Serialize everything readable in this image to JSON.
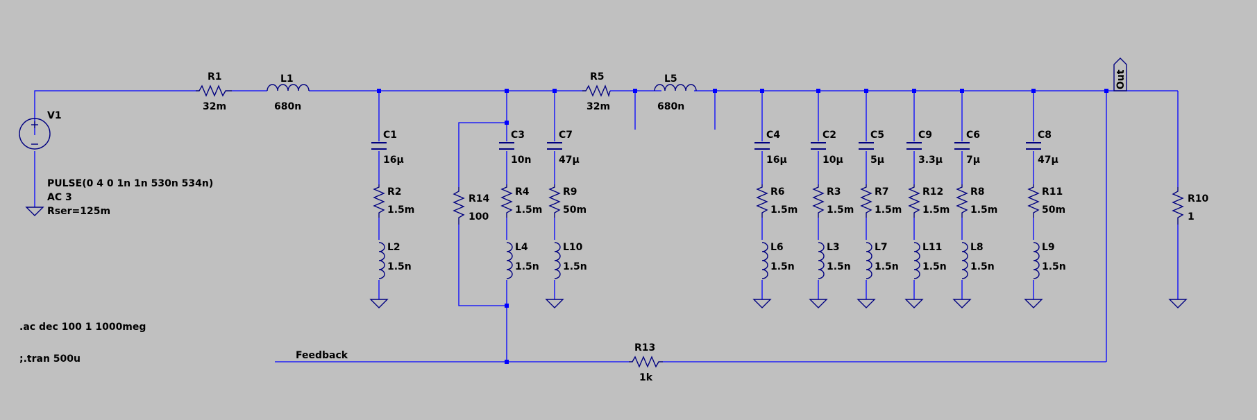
{
  "colors": {
    "background": "#c0c0c0",
    "wire": "#0000ff",
    "component": "#000080",
    "text": "#000000"
  },
  "source": {
    "name": "V1",
    "spice_lines": [
      "PULSE(0 4 0 1n 1n 530n 534n)",
      "AC 3",
      "Rser=125m"
    ]
  },
  "directives": [
    ".ac dec 100 1 1000meg",
    ";.tran 500u"
  ],
  "labels": {
    "feedback": "Feedback",
    "out": "Out"
  },
  "series": [
    {
      "ref": "R1",
      "value": "32m",
      "kind": "resistor"
    },
    {
      "ref": "L1",
      "value": "680n",
      "kind": "inductor"
    },
    {
      "ref": "R5",
      "value": "32m",
      "kind": "resistor"
    },
    {
      "ref": "L5",
      "value": "680n",
      "kind": "inductor"
    }
  ],
  "branches": [
    {
      "cap": "C1",
      "cap_value": "16µ",
      "res": "R2",
      "res_value": "1.5m",
      "ind": "L2",
      "ind_value": "1.5n"
    },
    {
      "cap": "C3",
      "cap_value": "10n",
      "res": "R4",
      "res_value": "1.5m",
      "ind": "L4",
      "ind_value": "1.5n"
    },
    {
      "cap": "C7",
      "cap_value": "47µ",
      "res": "R9",
      "res_value": "50m",
      "ind": "L10",
      "ind_value": "1.5n"
    },
    {
      "cap": "C4",
      "cap_value": "16µ",
      "res": "R6",
      "res_value": "1.5m",
      "ind": "L6",
      "ind_value": "1.5n"
    },
    {
      "cap": "C2",
      "cap_value": "10µ",
      "res": "R3",
      "res_value": "1.5m",
      "ind": "L3",
      "ind_value": "1.5n"
    },
    {
      "cap": "C5",
      "cap_value": "5µ",
      "res": "R7",
      "res_value": "1.5m",
      "ind": "L7",
      "ind_value": "1.5n"
    },
    {
      "cap": "C9",
      "cap_value": "3.3µ",
      "res": "R12",
      "res_value": "1.5m",
      "ind": "L11",
      "ind_value": "1.5n"
    },
    {
      "cap": "C6",
      "cap_value": "7µ",
      "res": "R8",
      "res_value": "1.5m",
      "ind": "L8",
      "ind_value": "1.5n"
    },
    {
      "cap": "C8",
      "cap_value": "47µ",
      "res": "R11",
      "res_value": "50m",
      "ind": "L9",
      "ind_value": "1.5n"
    }
  ],
  "shunts": [
    {
      "ref": "R14",
      "value": "100"
    },
    {
      "ref": "R10",
      "value": "1"
    }
  ],
  "feedback_resistor": {
    "ref": "R13",
    "value": "1k"
  }
}
